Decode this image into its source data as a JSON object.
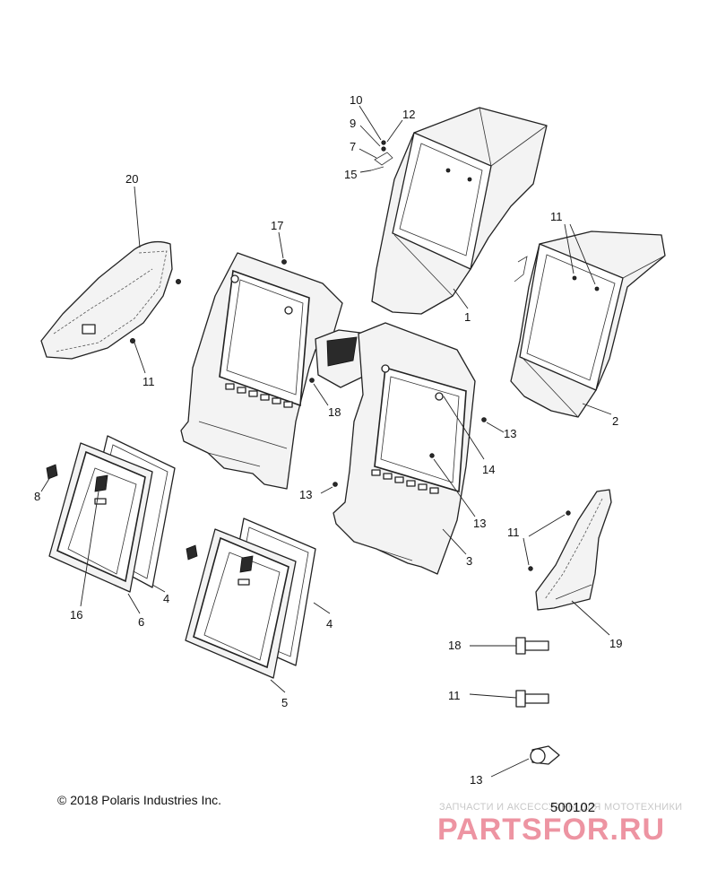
{
  "diagram": {
    "callouts": [
      "1",
      "2",
      "3",
      "4",
      "4",
      "5",
      "6",
      "7",
      "8",
      "9",
      "10",
      "11",
      "11",
      "11",
      "11",
      "12",
      "13",
      "13",
      "13",
      "13",
      "14",
      "15",
      "16",
      "17",
      "18",
      "18",
      "19",
      "20"
    ],
    "copyright": "© 2018 Polaris Industries Inc.",
    "figure_number": "500102",
    "watermark": {
      "tagline": "ЗАПЧАСТИ И АКСЕССУАРЫ ДЛЯ МОТОТЕХНИКИ",
      "logo": "PARTSFOR.RU"
    },
    "colors": {
      "line": "#222222",
      "fill": "#f3f3f3",
      "watermark": "#de3c55"
    }
  }
}
